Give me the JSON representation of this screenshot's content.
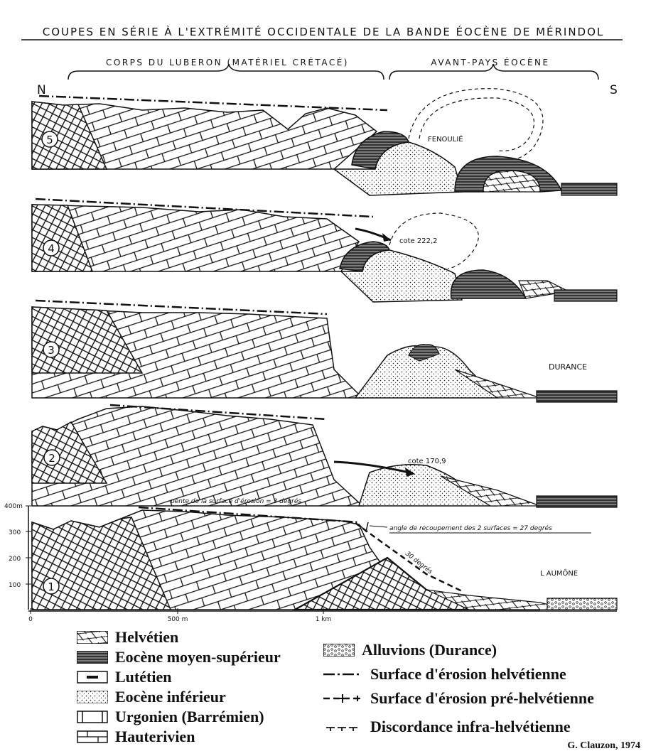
{
  "title": "COUPES EN SÉRIE À L'EXTRÉMITÉ OCCIDENTALE DE LA BANDE ÉOCÈNE DE MÉRINDOL",
  "zones": {
    "north": "CORPS DU LUBERON (MATÉRIEL CRÉTACÉ)",
    "south": "AVANT-PAYS ÉOCÈNE"
  },
  "orientation": {
    "north": "N",
    "south": "S"
  },
  "sections": [
    {
      "number": "5",
      "label": "FENOULIÉ"
    },
    {
      "number": "4",
      "label": "cote 222,2"
    },
    {
      "number": "3",
      "label": "DURANCE"
    },
    {
      "number": "2",
      "label": "cote 170,9"
    },
    {
      "number": "1",
      "label": "L AUMÔNE"
    }
  ],
  "annotations": {
    "slope_erosion": "pente de la surface d'érosion = 3 degrés",
    "intersection_angle": "angle de recoupement des 2 surfaces = 27 degrés",
    "dip": "30 degrés"
  },
  "elevation_axis": {
    "ticks": [
      "400m",
      "300",
      "200",
      "100"
    ]
  },
  "distance_axis": {
    "ticks": [
      "0",
      "500 m",
      "1 km"
    ]
  },
  "legend": {
    "left": [
      {
        "icon": "helvetien-swatch",
        "label": "Helvétien"
      },
      {
        "icon": "eocene-moyen-swatch",
        "label": "Eocène moyen-supérieur"
      },
      {
        "icon": "lutetien-swatch",
        "label": "Lutétien"
      },
      {
        "icon": "eocene-inferieur-swatch",
        "label": "Eocène inférieur"
      },
      {
        "icon": "urgonien-swatch",
        "label": "Urgonien (Barrémien)"
      },
      {
        "icon": "hauterivien-swatch",
        "label": "Hauterivien"
      }
    ],
    "right": [
      {
        "icon": "alluvions-swatch",
        "label": "Alluvions (Durance)"
      },
      {
        "icon": "dash-dot-line-icon",
        "label": "Surface d'érosion helvétienne"
      },
      {
        "icon": "dash-cross-line-icon",
        "label": "Surface d'érosion pré-helvétienne"
      },
      {
        "icon": "tick-line-icon",
        "label": "Discordance infra-helvétienne"
      }
    ]
  },
  "credit": "G. Clauzon, 1974"
}
